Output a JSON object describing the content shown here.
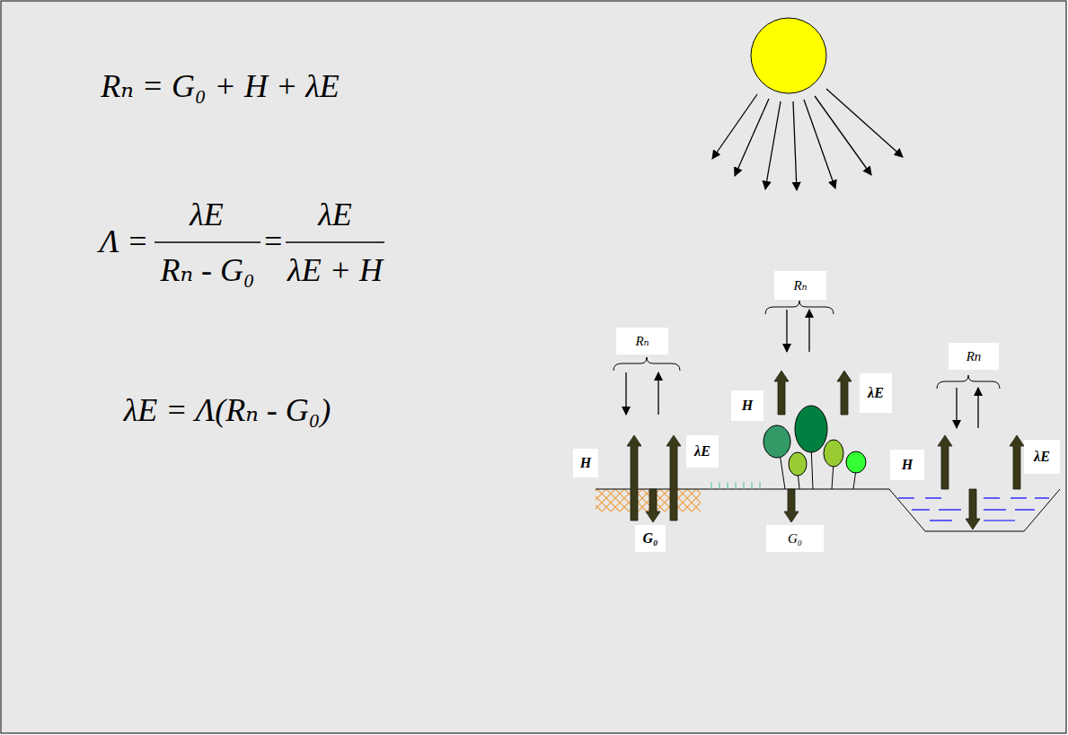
{
  "diagram": {
    "labels": [
      "Rₙ = G₀ + H + λE",
      "Λ =",
      "λE",
      "Rₙ - G₀",
      "=",
      "λE",
      "λE + H",
      "λE = Λ(Rₙ - G₀)",
      "Rₙ",
      "Rₙ",
      "Rn",
      "λE",
      "H",
      "H",
      "λE",
      "H",
      "λE",
      "G₀",
      "G₀"
    ]
  }
}
